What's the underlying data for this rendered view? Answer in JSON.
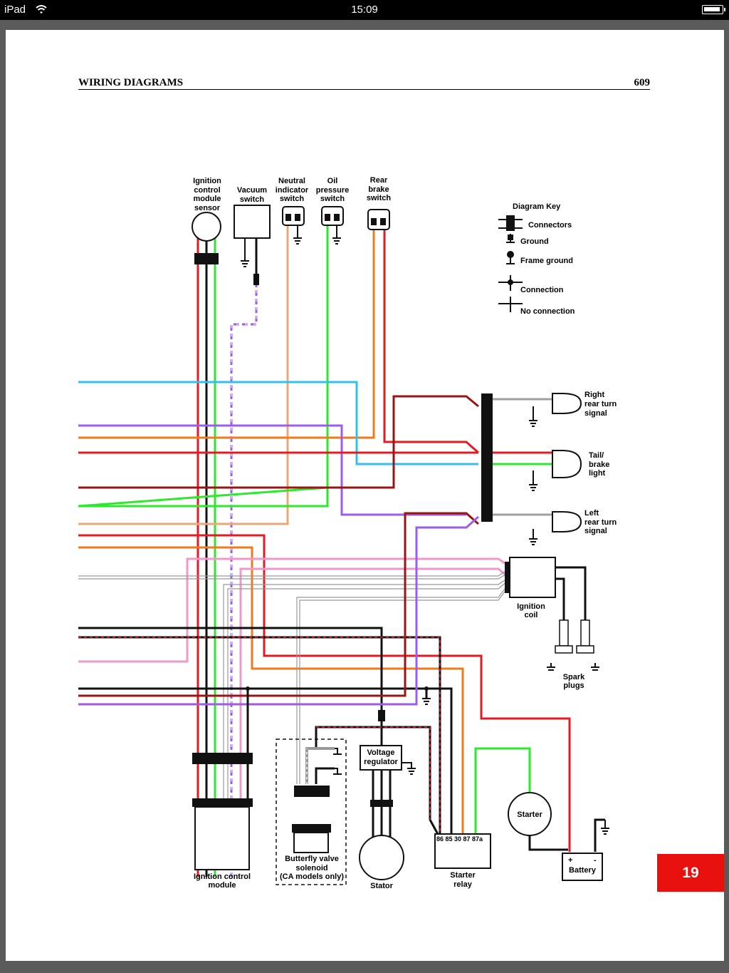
{
  "statusbar": {
    "device": "iPad",
    "time": "15:09"
  },
  "header": {
    "title": "WIRING DIAGRAMS",
    "page_number": "609"
  },
  "tab": {
    "label": "19"
  },
  "key": {
    "title": "Diagram Key",
    "connectors": "Connectors",
    "ground": "Ground",
    "frame_ground": "Frame ground",
    "connection": "Connection",
    "no_connection": "No connection"
  },
  "labels": {
    "icm_sensor": [
      "Ignition",
      "control",
      "module",
      "sensor"
    ],
    "vacuum": [
      "Vacuum",
      "switch"
    ],
    "neutral": [
      "Neutral",
      "indicator",
      "switch"
    ],
    "oil": [
      "Oil",
      "pressure",
      "switch"
    ],
    "rear_brake": [
      "Rear",
      "brake",
      "switch"
    ],
    "right_turn": [
      "Right",
      "rear turn",
      "signal"
    ],
    "tail": [
      "Tail/",
      "brake",
      "light"
    ],
    "left_turn": [
      "Left",
      "rear turn",
      "signal"
    ],
    "ign_coil": [
      "Ignition",
      "coil"
    ],
    "spark": [
      "Spark",
      "plugs"
    ],
    "icm": [
      "Ignition control",
      "module"
    ],
    "butterfly": [
      "Butterfly valve",
      "solenoid",
      "(CA models only)"
    ],
    "vreg": [
      "Voltage",
      "regulator"
    ],
    "stator": "Stator",
    "relay": [
      "Starter",
      "relay"
    ],
    "relay_pins": "86 85  30  87 87a",
    "starter": "Starter",
    "battery": "Battery",
    "batt_plus": "+",
    "batt_minus": "-"
  },
  "colors": {
    "red": "#e31b23",
    "black": "#111111",
    "green": "#2ee82e",
    "cyan": "#33bff0",
    "purple": "#9b5ee8",
    "orange": "#f07a1e",
    "tan": "#eaa779",
    "darkred": "#9a1414",
    "pink": "#f298c8",
    "gray": "#a0a0a0",
    "accent": "#e8100c"
  }
}
